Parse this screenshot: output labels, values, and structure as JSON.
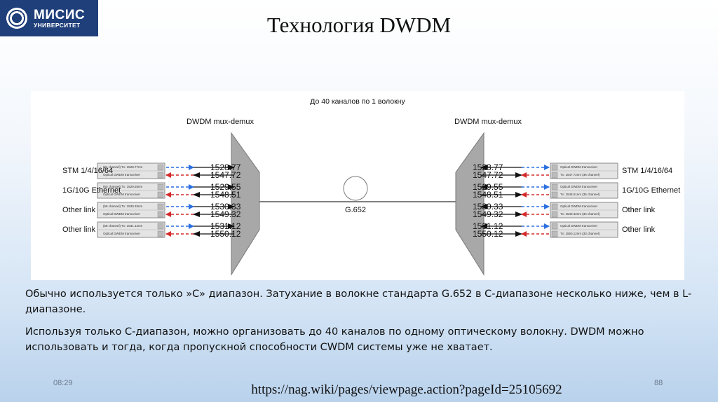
{
  "logo": {
    "line1": "МИСИС",
    "line2": "УНИВЕРСИТЕТ"
  },
  "title": "Технология DWDM",
  "diagram": {
    "caption": "До 40 каналов по 1 волокну",
    "mux_left": "DWDM mux-demux",
    "mux_right": "DWDM mux-demux",
    "fiber_label": "G.652",
    "left_labels": [
      "STM 1/4/16/64",
      "1G/10G Ethernet",
      "Other link",
      "Other link"
    ],
    "right_labels": [
      "STM 1/4/16/64",
      "1G/10G Ethernet",
      "Other link",
      "Other link"
    ],
    "wavelengths": [
      [
        "1528.77",
        "1547.72"
      ],
      [
        "1529.55",
        "1548.51"
      ],
      [
        "1530.33",
        "1549.32"
      ],
      [
        "1531.12",
        "1550.12"
      ]
    ],
    "left_transceivers": [
      [
        "(61 channel) Tx: 1528.77nm",
        "Optical DWDM transceiver"
      ],
      [
        "(60 channel) Tx: 1529.55nm",
        "Optical DWDM transceiver"
      ],
      [
        "(59 channel) Tx: 1530.33nm",
        "Optical DWDM transceiver"
      ],
      [
        "(58 channel) Tx: 1531.12nm",
        "Optical DWDM transceiver"
      ]
    ],
    "right_transceivers": [
      [
        "Optical DWDM transceiver",
        "Tx: 1547.72nm (36 channel)"
      ],
      [
        "Optical DWDM transceiver",
        "Tx: 1548.51nm (35 channel)"
      ],
      [
        "Optical DWDM transceiver",
        "Tx: 1549.32nm (34 channel)"
      ],
      [
        "Optical DWDM transceiver",
        "Tx: 1550.12nm (33 channel)"
      ]
    ]
  },
  "paragraphs": [
    "Обычно используется только »C» диапазон. Затухание в волокне стандарта G.652 в C-диапазоне несколько ниже, чем в L-диапазоне.",
    "Используя только C-диапазон, можно организовать до 40 каналов по одному оптическому волокну. DWDM можно использовать и тогда, когда пропускной способности CWDM системы уже не хватает."
  ],
  "footer": {
    "time": "08:29",
    "url": "https://nag.wiki/pages/viewpage.action?pageId=25105692",
    "page": "88"
  },
  "colors": {
    "logo_bg": "#1f3f7a",
    "arrow_blue": "#2c6fe0",
    "arrow_red": "#d42a2a",
    "mux_fill": "#a8a8a8"
  }
}
